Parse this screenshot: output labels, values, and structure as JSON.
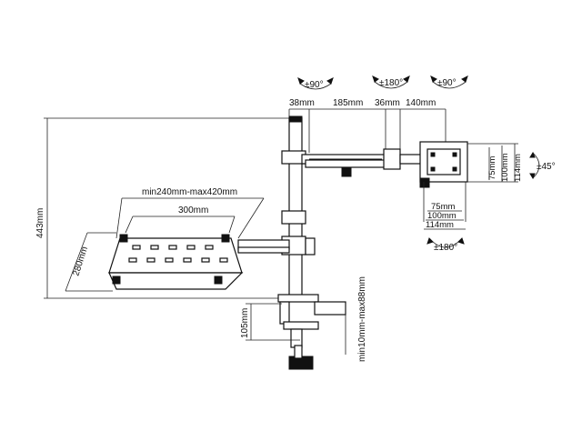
{
  "rotations": {
    "pole_top": "±90°",
    "arm_joint": "±180°",
    "head_tilt": "±90°",
    "side_swivel": "±45°",
    "bottom_rotation": "±180°"
  },
  "dimensions": {
    "pole_width": "38mm",
    "arm_segment_1": "185mm",
    "arm_joint_width": "36mm",
    "arm_segment_2": "140mm",
    "total_height": "443mm",
    "tray_range": "min240mm-max420mm",
    "tray_width": "300mm",
    "tray_depth": "280mm",
    "clamp_height": "105mm",
    "desk_thickness": "min10mm-max88mm",
    "vesa_h_75": "75mm",
    "vesa_h_100": "100mm",
    "vesa_h_114": "114mm",
    "vesa_w_75": "75mm",
    "vesa_w_100": "100mm",
    "vesa_w_114": "114mm"
  }
}
